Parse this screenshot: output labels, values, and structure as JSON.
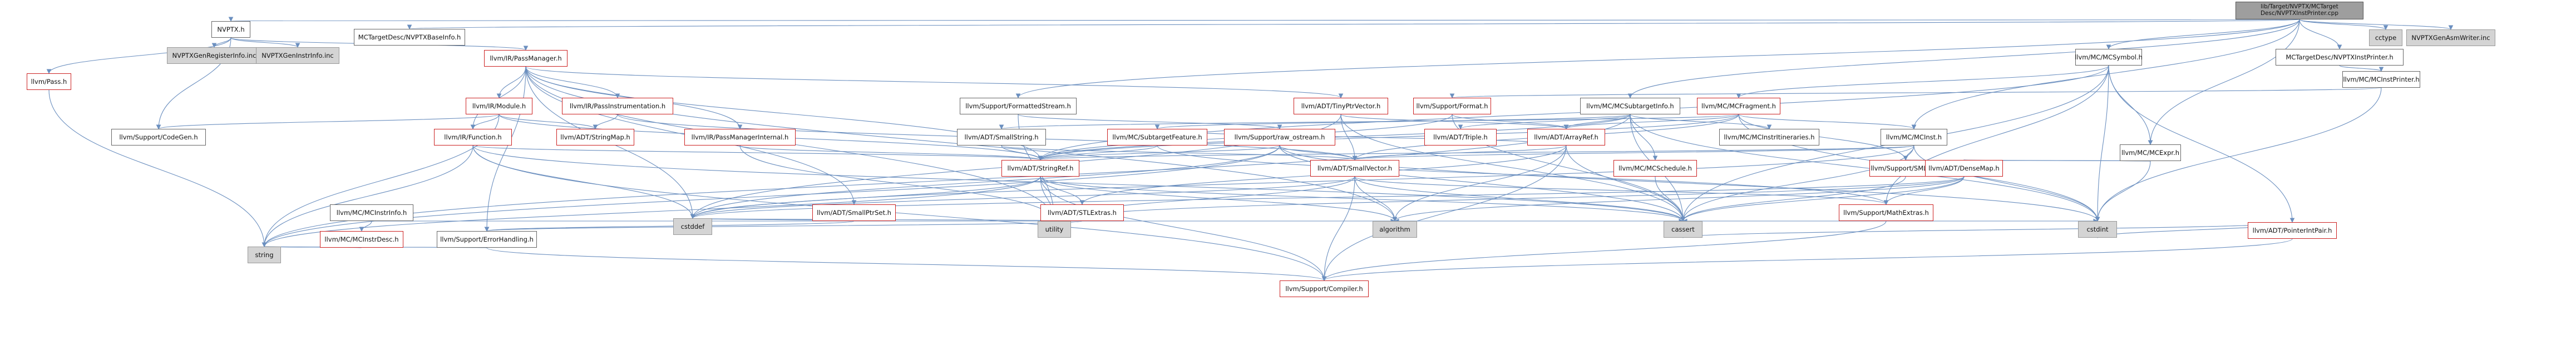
{
  "diagram": {
    "colors": {
      "edge": "#6b8fbf",
      "missing_border": "#cc2222",
      "external_fill": "#d4d4d4",
      "root_fill": "#9e9e9e"
    },
    "nodes": [
      {
        "id": "root",
        "label": "lib/Target/NVPTX/MCTarget\nDesc/NVPTXInstPrinter.cpp",
        "kind": "root"
      },
      {
        "id": "nvptx_h",
        "label": "NVPTX.h",
        "kind": "normal"
      },
      {
        "id": "mctd_baseinfo",
        "label": "MCTargetDesc/NVPTXBaseInfo.h",
        "kind": "normal"
      },
      {
        "id": "mctd_instprinter",
        "label": "MCTargetDesc/NVPTXInstPrinter.h",
        "kind": "normal"
      },
      {
        "id": "cctype",
        "label": "cctype",
        "kind": "external"
      },
      {
        "id": "genasmwriter",
        "label": "NVPTXGenAsmWriter.inc",
        "kind": "external"
      },
      {
        "id": "genregister",
        "label": "NVPTXGenRegisterInfo.inc",
        "kind": "external"
      },
      {
        "id": "geninstrinfo",
        "label": "NVPTXGenInstrInfo.inc",
        "kind": "external"
      },
      {
        "id": "ir_passmanager",
        "label": "llvm/IR/PassManager.h",
        "kind": "missing"
      },
      {
        "id": "mc_symbol",
        "label": "llvm/MC/MCSymbol.h",
        "kind": "normal"
      },
      {
        "id": "mc_instprinter",
        "label": "llvm/MC/MCInstPrinter.h",
        "kind": "normal"
      },
      {
        "id": "pass",
        "label": "llvm/Pass.h",
        "kind": "missing"
      },
      {
        "id": "ir_module",
        "label": "llvm/IR/Module.h",
        "kind": "missing"
      },
      {
        "id": "ir_passinstr",
        "label": "llvm/IR/PassInstrumentation.h",
        "kind": "missing"
      },
      {
        "id": "adt_tinyptr",
        "label": "llvm/ADT/TinyPtrVector.h",
        "kind": "missing"
      },
      {
        "id": "support_fmtstream",
        "label": "llvm/Support/FormattedStream.h",
        "kind": "normal"
      },
      {
        "id": "support_format",
        "label": "llvm/Support/Format.h",
        "kind": "missing"
      },
      {
        "id": "mc_subtargetinfo",
        "label": "llvm/MC/MCSubtargetInfo.h",
        "kind": "normal"
      },
      {
        "id": "mc_fragment",
        "label": "llvm/MC/MCFragment.h",
        "kind": "missing"
      },
      {
        "id": "mc_expr",
        "label": "llvm/MC/MCExpr.h",
        "kind": "normal"
      },
      {
        "id": "support_codegen",
        "label": "llvm/Support/CodeGen.h",
        "kind": "normal"
      },
      {
        "id": "ir_function",
        "label": "llvm/IR/Function.h",
        "kind": "missing"
      },
      {
        "id": "adt_stringmap",
        "label": "llvm/ADT/StringMap.h",
        "kind": "missing"
      },
      {
        "id": "ir_pminternal",
        "label": "llvm/IR/PassManagerInternal.h",
        "kind": "missing"
      },
      {
        "id": "adt_smallstring",
        "label": "llvm/ADT/SmallString.h",
        "kind": "normal"
      },
      {
        "id": "mc_subfeature",
        "label": "llvm/MC/SubtargetFeature.h",
        "kind": "missing"
      },
      {
        "id": "support_rawostream",
        "label": "llvm/Support/raw_ostream.h",
        "kind": "missing"
      },
      {
        "id": "adt_triple",
        "label": "llvm/ADT/Triple.h",
        "kind": "missing"
      },
      {
        "id": "adt_arrayref",
        "label": "llvm/ADT/ArrayRef.h",
        "kind": "missing"
      },
      {
        "id": "mc_instritin",
        "label": "llvm/MC/MCInstrItineraries.h",
        "kind": "normal"
      },
      {
        "id": "mc_inst",
        "label": "llvm/MC/MCInst.h",
        "kind": "normal"
      },
      {
        "id": "adt_stringref",
        "label": "llvm/ADT/StringRef.h",
        "kind": "missing"
      },
      {
        "id": "adt_smallvector",
        "label": "llvm/ADT/SmallVector.h",
        "kind": "missing"
      },
      {
        "id": "mc_schedule",
        "label": "llvm/MC/MCSchedule.h",
        "kind": "missing"
      },
      {
        "id": "support_smloc",
        "label": "llvm/Support/SMLoc.h",
        "kind": "missing"
      },
      {
        "id": "adt_densemap",
        "label": "llvm/ADT/DenseMap.h",
        "kind": "missing"
      },
      {
        "id": "adt_ptrintpair",
        "label": "llvm/ADT/PointerIntPair.h",
        "kind": "missing"
      },
      {
        "id": "mc_instrinfo",
        "label": "llvm/MC/MCInstrInfo.h",
        "kind": "normal"
      },
      {
        "id": "adt_smallptrset",
        "label": "llvm/ADT/SmallPtrSet.h",
        "kind": "missing"
      },
      {
        "id": "adt_stlextras",
        "label": "llvm/ADT/STLExtras.h",
        "kind": "missing"
      },
      {
        "id": "support_mathextras",
        "label": "llvm/Support/MathExtras.h",
        "kind": "missing"
      },
      {
        "id": "mc_instrdesc",
        "label": "llvm/MC/MCInstrDesc.h",
        "kind": "missing"
      },
      {
        "id": "support_errorhandling",
        "label": "llvm/Support/ErrorHandling.h",
        "kind": "normal"
      },
      {
        "id": "cstddef",
        "label": "cstddef",
        "kind": "external"
      },
      {
        "id": "utility",
        "label": "utility",
        "kind": "external"
      },
      {
        "id": "algorithm",
        "label": "algorithm",
        "kind": "external"
      },
      {
        "id": "cassert",
        "label": "cassert",
        "kind": "external"
      },
      {
        "id": "cstdint",
        "label": "cstdint",
        "kind": "external"
      },
      {
        "id": "string",
        "label": "string",
        "kind": "external"
      },
      {
        "id": "support_compiler",
        "label": "llvm/Support/Compiler.h",
        "kind": "missing"
      }
    ],
    "edges": [
      [
        "root",
        "nvptx_h"
      ],
      [
        "root",
        "mctd_baseinfo"
      ],
      [
        "root",
        "mctd_instprinter"
      ],
      [
        "root",
        "cctype"
      ],
      [
        "root",
        "genasmwriter"
      ],
      [
        "root",
        "mc_symbol"
      ],
      [
        "root",
        "mc_expr"
      ],
      [
        "root",
        "mc_inst"
      ],
      [
        "root",
        "support_fmtstream"
      ],
      [
        "root",
        "mc_subtargetinfo"
      ],
      [
        "nvptx_h",
        "genregister"
      ],
      [
        "nvptx_h",
        "geninstrinfo"
      ],
      [
        "nvptx_h",
        "ir_passmanager"
      ],
      [
        "nvptx_h",
        "pass"
      ],
      [
        "nvptx_h",
        "support_codegen"
      ],
      [
        "mctd_instprinter",
        "mc_instprinter"
      ],
      [
        "ir_passmanager",
        "ir_module"
      ],
      [
        "ir_passmanager",
        "ir_passinstr"
      ],
      [
        "ir_passmanager",
        "ir_pminternal"
      ],
      [
        "ir_passmanager",
        "adt_tinyptr"
      ],
      [
        "ir_passmanager",
        "adt_stringref"
      ],
      [
        "ir_passmanager",
        "ir_function"
      ],
      [
        "ir_passmanager",
        "support_errorhandling"
      ],
      [
        "ir_passmanager",
        "adt_smallptrset"
      ],
      [
        "ir_passmanager",
        "cstddef"
      ],
      [
        "ir_passmanager",
        "utility"
      ],
      [
        "ir_passmanager",
        "algorithm"
      ],
      [
        "pass",
        "string"
      ],
      [
        "ir_module",
        "ir_function"
      ],
      [
        "ir_module",
        "adt_stringmap"
      ],
      [
        "ir_module",
        "adt_stringref"
      ],
      [
        "ir_module",
        "string"
      ],
      [
        "ir_module",
        "support_codegen"
      ],
      [
        "ir_passinstr",
        "adt_stringmap"
      ],
      [
        "ir_passinstr",
        "adt_smallvector"
      ],
      [
        "ir_pminternal",
        "adt_stringref"
      ],
      [
        "ir_pminternal",
        "utility"
      ],
      [
        "ir_function",
        "adt_stringref"
      ],
      [
        "ir_function",
        "cassert"
      ],
      [
        "ir_function",
        "cstddef"
      ],
      [
        "ir_function",
        "support_compiler"
      ],
      [
        "ir_function",
        "string"
      ],
      [
        "adt_tinyptr",
        "adt_arrayref"
      ],
      [
        "adt_tinyptr",
        "adt_smallvector"
      ],
      [
        "adt_tinyptr",
        "cassert"
      ],
      [
        "adt_tinyptr",
        "cstddef"
      ],
      [
        "support_fmtstream",
        "support_rawostream"
      ],
      [
        "support_fmtstream",
        "utility"
      ],
      [
        "support_format",
        "adt_arrayref"
      ],
      [
        "support_format",
        "adt_stringref"
      ],
      [
        "support_format",
        "cassert"
      ],
      [
        "mc_symbol",
        "mc_fragment"
      ],
      [
        "mc_symbol",
        "mc_expr"
      ],
      [
        "mc_symbol",
        "support_mathextras"
      ],
      [
        "mc_symbol",
        "adt_ptrintpair"
      ],
      [
        "mc_symbol",
        "adt_stringref"
      ],
      [
        "mc_symbol",
        "cstdint"
      ],
      [
        "mc_symbol",
        "cassert"
      ],
      [
        "mc_instprinter",
        "support_format"
      ],
      [
        "mc_instprinter",
        "cstdint"
      ],
      [
        "mc_subtargetinfo",
        "adt_arrayref"
      ],
      [
        "mc_subtargetinfo",
        "adt_stringref"
      ],
      [
        "mc_subtargetinfo",
        "adt_triple"
      ],
      [
        "mc_subtargetinfo",
        "mc_instritin"
      ],
      [
        "mc_subtargetinfo",
        "mc_subfeature"
      ],
      [
        "mc_subtargetinfo",
        "mc_schedule"
      ],
      [
        "mc_subtargetinfo",
        "cassert"
      ],
      [
        "mc_subtargetinfo",
        "cstdint"
      ],
      [
        "mc_subtargetinfo",
        "string"
      ],
      [
        "mc_fragment",
        "adt_arrayref"
      ],
      [
        "mc_fragment",
        "adt_smallstring"
      ],
      [
        "mc_fragment",
        "adt_smallvector"
      ],
      [
        "mc_fragment",
        "adt_stringref"
      ],
      [
        "mc_fragment",
        "mc_inst"
      ],
      [
        "mc_fragment",
        "support_smloc"
      ],
      [
        "mc_fragment",
        "cstdint"
      ],
      [
        "mc_expr",
        "adt_densemap"
      ],
      [
        "mc_expr",
        "support_smloc"
      ],
      [
        "mc_expr",
        "cstdint"
      ],
      [
        "adt_smallstring",
        "adt_smallvector"
      ],
      [
        "adt_smallstring",
        "adt_stringref"
      ],
      [
        "mc_subfeature",
        "adt_arrayref"
      ],
      [
        "mc_subfeature",
        "adt_stringref"
      ],
      [
        "mc_subfeature",
        "support_mathextras"
      ],
      [
        "support_rawostream",
        "adt_smallvector"
      ],
      [
        "support_rawostream",
        "adt_stringref"
      ],
      [
        "support_rawostream",
        "cassert"
      ],
      [
        "support_rawostream",
        "cstddef"
      ],
      [
        "support_rawostream",
        "cstdint"
      ],
      [
        "support_rawostream",
        "string"
      ],
      [
        "adt_arrayref",
        "adt_smallvector"
      ],
      [
        "adt_arrayref",
        "adt_stlextras"
      ],
      [
        "adt_arrayref",
        "support_compiler"
      ],
      [
        "adt_arrayref",
        "algorithm"
      ],
      [
        "adt_arrayref",
        "cassert"
      ],
      [
        "mc_inst",
        "adt_smallvector"
      ],
      [
        "mc_inst",
        "adt_stringref"
      ],
      [
        "mc_inst",
        "support_smloc"
      ],
      [
        "mc_inst",
        "cassert"
      ],
      [
        "mc_inst",
        "cstddef"
      ],
      [
        "mc_inst",
        "cstdint"
      ],
      [
        "adt_stringref",
        "adt_stlextras"
      ],
      [
        "adt_stringref",
        "support_compiler"
      ],
      [
        "adt_stringref",
        "algorithm"
      ],
      [
        "adt_stringref",
        "cassert"
      ],
      [
        "adt_stringref",
        "cstddef"
      ],
      [
        "adt_stringref",
        "string"
      ],
      [
        "adt_stringref",
        "utility"
      ],
      [
        "adt_smallvector",
        "support_compiler"
      ],
      [
        "adt_smallvector",
        "support_mathextras"
      ],
      [
        "adt_smallvector",
        "algorithm"
      ],
      [
        "adt_smallvector",
        "cassert"
      ],
      [
        "adt_smallvector",
        "cstddef"
      ],
      [
        "adt_smallvector",
        "utility"
      ],
      [
        "mc_schedule",
        "cassert"
      ],
      [
        "support_smloc",
        "cassert"
      ],
      [
        "adt_densemap",
        "support_mathextras"
      ],
      [
        "adt_densemap",
        "algorithm"
      ],
      [
        "adt_densemap",
        "cassert"
      ],
      [
        "adt_densemap",
        "cstddef"
      ],
      [
        "adt_densemap",
        "utility"
      ],
      [
        "adt_ptrintpair",
        "cassert"
      ],
      [
        "adt_ptrintpair",
        "cstdint"
      ],
      [
        "adt_ptrintpair",
        "support_compiler"
      ],
      [
        "mc_instrinfo",
        "mc_instrdesc"
      ],
      [
        "mc_instrinfo",
        "cassert"
      ],
      [
        "adt_smallptrset",
        "support_errorhandling"
      ],
      [
        "adt_smallptrset",
        "cstddef"
      ],
      [
        "adt_smallptrset",
        "utility"
      ],
      [
        "adt_smallptrset",
        "cassert"
      ],
      [
        "adt_stlextras",
        "support_errorhandling"
      ],
      [
        "adt_stlextras",
        "cassert"
      ],
      [
        "adt_stlextras",
        "utility"
      ],
      [
        "adt_stlextras",
        "algorithm"
      ],
      [
        "adt_stlextras",
        "cstddef"
      ],
      [
        "adt_stlextras",
        "cstdint"
      ],
      [
        "support_mathextras",
        "support_compiler"
      ],
      [
        "support_mathextras",
        "algorithm"
      ],
      [
        "support_mathextras",
        "cassert"
      ],
      [
        "support_mathextras",
        "cstdint"
      ],
      [
        "mc_instrdesc",
        "string"
      ],
      [
        "support_errorhandling",
        "support_compiler"
      ],
      [
        "support_errorhandling",
        "string"
      ]
    ]
  }
}
